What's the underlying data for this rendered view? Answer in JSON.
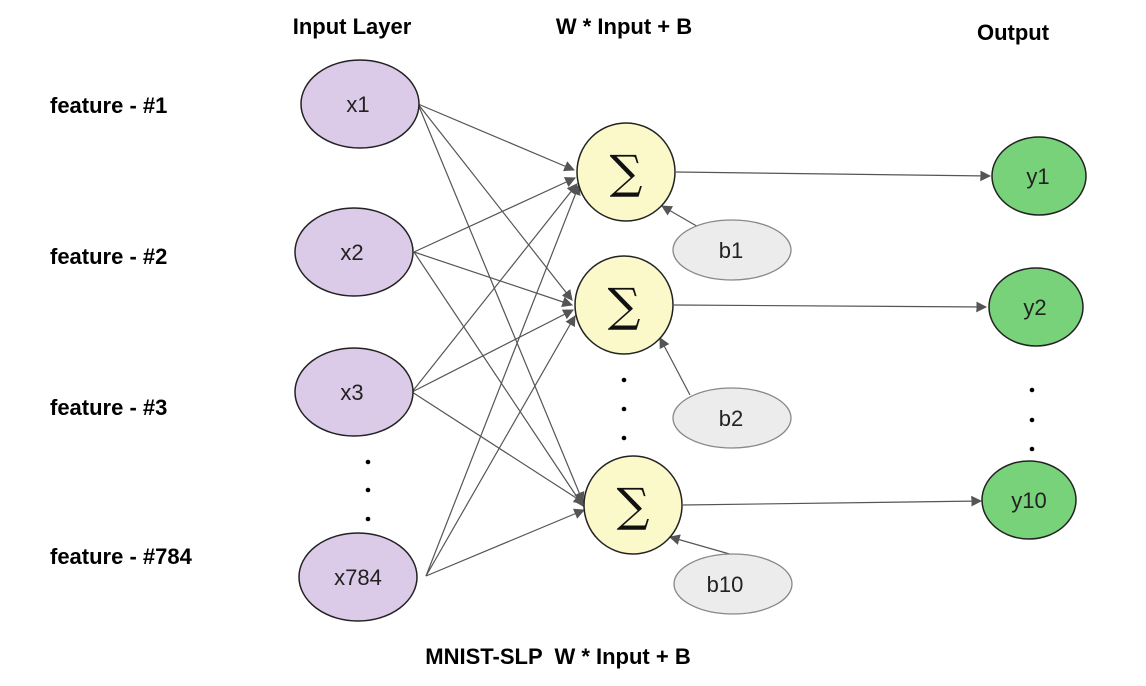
{
  "headers": {
    "input_layer": "Input Layer",
    "weighted_sum": "W * Input + B",
    "output": "Output"
  },
  "features": [
    "feature - #1",
    "feature - #2",
    "feature - #3",
    "feature - #784"
  ],
  "inputs": [
    "x1",
    "x2",
    "x3",
    "x784"
  ],
  "sums": [
    "∑",
    "∑",
    "∑"
  ],
  "biases": [
    "b1",
    "b2",
    "b10"
  ],
  "outputs": [
    "y1",
    "y2",
    "y10"
  ],
  "caption": "MNIST-SLP  W * Input + B",
  "colors": {
    "input_fill": "#dccbe8",
    "sum_fill": "#fbf8c9",
    "bias_fill": "#ececec",
    "output_fill": "#77d27a",
    "edge": "#555555"
  }
}
